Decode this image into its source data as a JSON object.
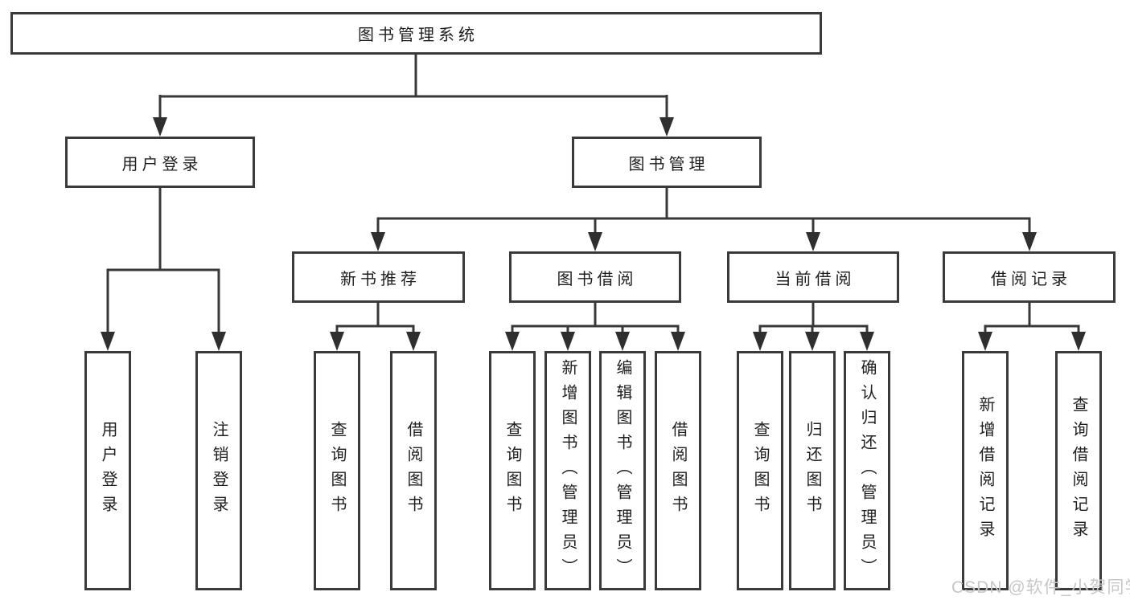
{
  "diagram": {
    "root": {
      "label": "图书管理系统"
    },
    "branches": [
      {
        "label": "用户登录",
        "children": [
          "用户登录",
          "注销登录"
        ]
      },
      {
        "label": "图书管理",
        "children": [
          {
            "label": "新书推荐",
            "children": [
              "查询图书",
              "借阅图书"
            ]
          },
          {
            "label": "图书借阅",
            "children": [
              "查询图书",
              "新增图书（管理员）",
              "编辑图书（管理员）",
              "借阅图书"
            ]
          },
          {
            "label": "当前借阅",
            "children": [
              "查询图书",
              "归还图书",
              "确认归还（管理员）"
            ]
          },
          {
            "label": "借阅记录",
            "children": [
              "新增借阅记录",
              "查询借阅记录"
            ]
          }
        ]
      }
    ]
  },
  "watermark": {
    "text": "CSDN @软件_小贺同学"
  },
  "colors": {
    "line": "#383838",
    "arrowhead": "#2f2f2f",
    "box_border": "#3a3a3a",
    "text": "#1e1e1e",
    "watermark": "#c7c7c7",
    "background": "#ffffff"
  }
}
